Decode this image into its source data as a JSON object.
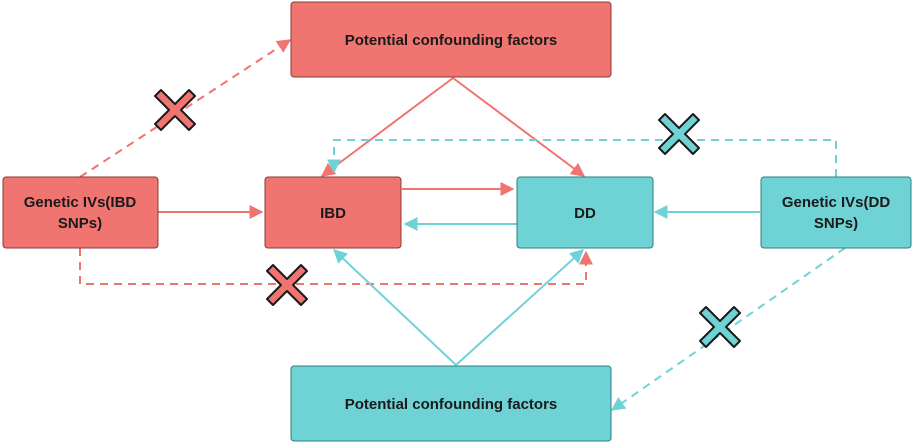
{
  "colors": {
    "ibd": "#f07470",
    "dd": "#6fd3d6",
    "ibd_border": "#8a3a38",
    "dd_border": "#2d7f82",
    "cross_stroke": "#1a1a1a"
  },
  "nodes": {
    "confounders_top": {
      "label": "Potential confounding factors"
    },
    "genetic_ibd": {
      "label_line1": "Genetic IVs(IBD",
      "label_line2": "SNPs)"
    },
    "ibd": {
      "label": "IBD"
    },
    "dd": {
      "label": "DD"
    },
    "genetic_dd": {
      "label_line1": "Genetic IVs(DD",
      "label_line2": "SNPs)"
    },
    "confounders_bottom": {
      "label": "Potential confounding factors"
    }
  },
  "icons": {
    "blocked_path": "cross-mark-icon"
  }
}
